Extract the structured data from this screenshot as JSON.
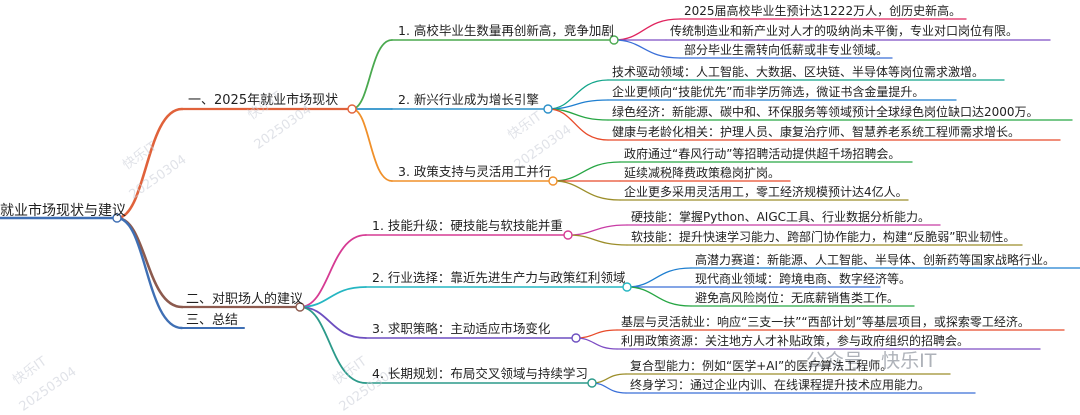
{
  "root": "就业市场现状与建议",
  "sections": [
    {
      "title": "一、2025年就业市场现状",
      "branches": [
        {
          "label": "1. 高校毕业生数量再创新高，竞争加剧",
          "leaves": [
            "2025届高校毕业生预计达1222万人，创历史新高。",
            "传统制造业和新产业对人才的吸纳尚未平衡，专业对口岗位有限。",
            "部分毕业生需转向低薪或非专业领域。"
          ]
        },
        {
          "label": "2. 新兴行业成为增长引擎",
          "leaves": [
            "技术驱动领域：人工智能、大数据、区块链、半导体等岗位需求激增。",
            "企业更倾向“技能优先”而非学历筛选，微证书含金量提升。",
            "绿色经济：新能源、碳中和、环保服务等领域预计全球绿色岗位缺口达2000万。",
            "健康与老龄化相关：护理人员、康复治疗师、智慧养老系统工程师需求增长。"
          ]
        },
        {
          "label": "3. 政策支持与灵活用工并行",
          "leaves": [
            "政府通过“春风行动”等招聘活动提供超千场招聘会。",
            "延续减税降费政策稳岗扩岗。",
            "企业更多采用灵活用工，零工经济规模预计达4亿人。"
          ]
        }
      ]
    },
    {
      "title": "二、对职场人的建议",
      "branches": [
        {
          "label": "1. 技能升级：硬技能与软技能并重",
          "leaves": [
            "硬技能：掌握Python、AIGC工具、行业数据分析能力。",
            "软技能：提升快速学习能力、跨部门协作能力，构建“反脆弱”职业韧性。"
          ]
        },
        {
          "label": "2. 行业选择：靠近先进生产力与政策红利领域",
          "leaves": [
            "高潜力赛道：新能源、人工智能、半导体、创新药等国家战略行业。",
            "现代商业领域：跨境电商、数字经济等。",
            "避免高风险岗位：无底薪销售类工作。"
          ]
        },
        {
          "label": "3. 求职策略：主动适应市场变化",
          "leaves": [
            "基层与灵活就业：响应“三支一扶”“西部计划”等基层项目，或探索零工经济。",
            "利用政策资源：关注地方人才补贴政策，参与政府组织的招聘会。"
          ]
        },
        {
          "label": "4. 长期规划：布局交叉领域与持续学习",
          "leaves": [
            "复合型能力：例如“医学+AI”的医疗算法工程师。",
            "终身学习：通过企业内训、在线课程提升技术应用能力。"
          ]
        }
      ]
    },
    {
      "title": "三、总结",
      "branches": []
    }
  ],
  "watermark": "快乐IT",
  "watermark_id": "20250304",
  "brand": "公众号 · 快乐IT",
  "colors": {
    "sec1": "#e0623b",
    "sec2": "#8c5a4e",
    "sec3": "#3f6fb4",
    "b1": "#4aa94f",
    "b2": "#2b90c9",
    "b3": "#f0902a",
    "b4": "#d63b93",
    "b5": "#25b6c2",
    "b6": "#6d4fc0",
    "b7": "#2c9a8a",
    "l1": "#e0245e",
    "l2": "#7e4dc4",
    "l3": "#3a6fd8",
    "l4": "#12a58a",
    "l5": "#1f7fd0",
    "l6": "#27a644",
    "l7": "#e84b2a",
    "l8": "#9c8e2a",
    "l9": "#c83ca5"
  }
}
